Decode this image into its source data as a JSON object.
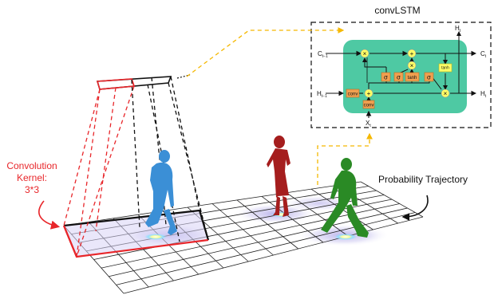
{
  "title": "convLSTM",
  "kernel_label": {
    "line1": "Convolution",
    "line2": "Kernel:",
    "line3": "3*3"
  },
  "trajectory_label": "Probability Trajectory",
  "cell": {
    "c_prev": "C",
    "c_prev_sub": "t−1",
    "h_prev": "H",
    "h_prev_sub": "t−1",
    "x_in": "X",
    "x_in_sub": "t",
    "c_out": "C",
    "c_out_sub": "t",
    "h_out": "H",
    "h_out_sub": "t",
    "h_top": "H",
    "h_top_sub": "t",
    "conv1": "conv",
    "conv2": "conv",
    "sigma": "σ",
    "tanh": "tanh",
    "tanh_small": "tanh",
    "mul": "×",
    "add": "+"
  },
  "colors": {
    "kernel_red": "#e8262a",
    "cell_green": "#4ec9a3",
    "gate_orange": "#f0a050",
    "op_yellow": "#ffff66",
    "arrow_gold": "#f5b800",
    "walker_blue": "#3b8fd6",
    "walker_red": "#a51d1d",
    "walker_green": "#2a8a25"
  }
}
